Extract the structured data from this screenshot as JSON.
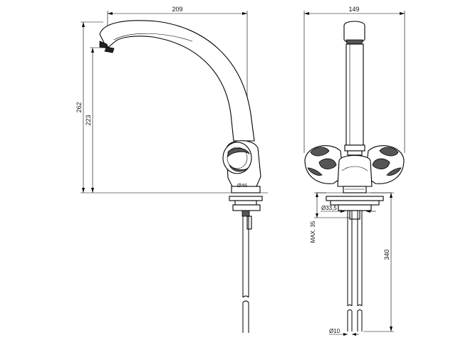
{
  "dimensions": {
    "side_width": "209",
    "front_width": "149",
    "total_height": "262",
    "spout_height": "223",
    "base_diameter": "Ø46",
    "hole_diameter": "Ø33,5",
    "max_thickness": "MAX. 35",
    "tube_length": "340",
    "tube_diameter": "Ø10"
  }
}
